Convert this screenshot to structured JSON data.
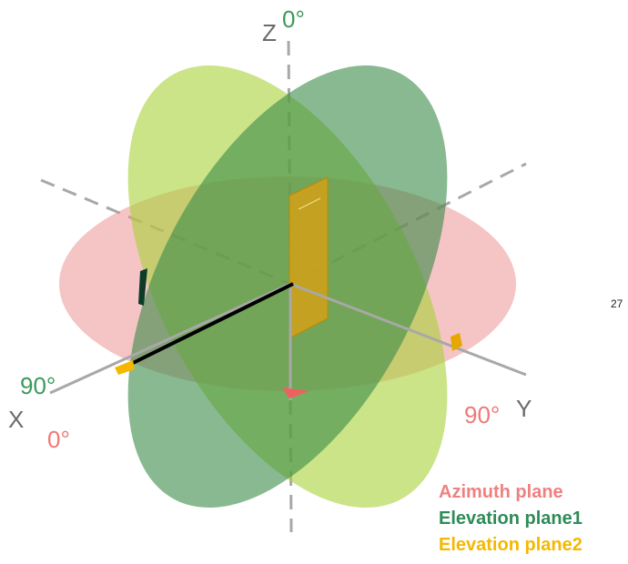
{
  "axes": {
    "z": "Z",
    "x": "X",
    "y": "Y"
  },
  "angle_labels": {
    "z_elevation": "0°",
    "x_elevation": "90°",
    "x_azimuth": "0°",
    "y_azimuth": "90°"
  },
  "legend": [
    {
      "label": "Azimuth plane",
      "color": "#f08080"
    },
    {
      "label": "Elevation plane1",
      "color": "#2e8b57"
    },
    {
      "label": "Elevation plane2",
      "color": "#f5b800"
    }
  ],
  "page_number": "27",
  "colors": {
    "azimuth_fill": "#eb8a8a",
    "elevation1_fill": "#3a8a47",
    "elevation2_fill": "#a8d238",
    "antenna": "#d4a017",
    "axis": "#9a9a9a",
    "label_green": "#3a9a5a",
    "label_red": "#f07878"
  }
}
